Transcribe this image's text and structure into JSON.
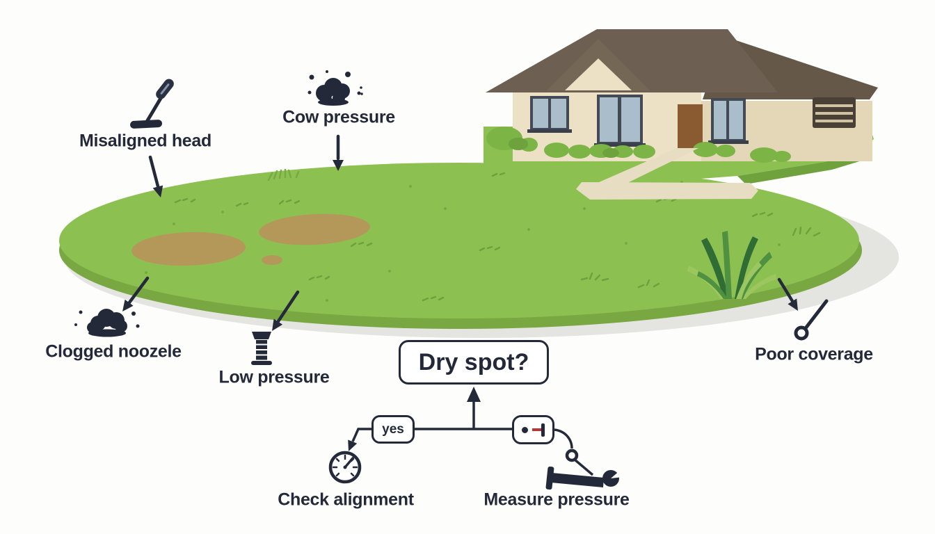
{
  "diagram": {
    "callouts": {
      "misaligned_head": "Misaligned head",
      "cow_pressure": "Cow pressure",
      "clogged_nozzle": "Clogged noozele",
      "low_pressure": "Low pressure",
      "poor_coverage": "Poor coverage"
    },
    "flowchart": {
      "question": "Dry spot?",
      "yes_label": "yes",
      "left_action": "Check alignment",
      "right_action": "Measure pressure"
    },
    "icons": [
      "tilted-sprinkler-head-icon",
      "dirt-splatter-icon",
      "dirt-clump-icon",
      "sprinkler-riser-icon",
      "nozzle-pin-icon",
      "gauge-icon",
      "dot-dash-icon",
      "pipe-wrench-icon"
    ],
    "colors": {
      "ink_navy": "#232939",
      "lawn_green": "#8cc152",
      "lawn_edge_green": "#79a843",
      "dry_spot_tan": "#b4985a",
      "shadow_gray": "#e4e4e1",
      "house_wall_cream": "#ece1c5",
      "roof_brown": "#6d5f51",
      "door_brown": "#8a5a31",
      "window_blue": "#a9bdcb",
      "path_beige": "#e7ddc3",
      "accent_red": "#b03a36"
    }
  }
}
